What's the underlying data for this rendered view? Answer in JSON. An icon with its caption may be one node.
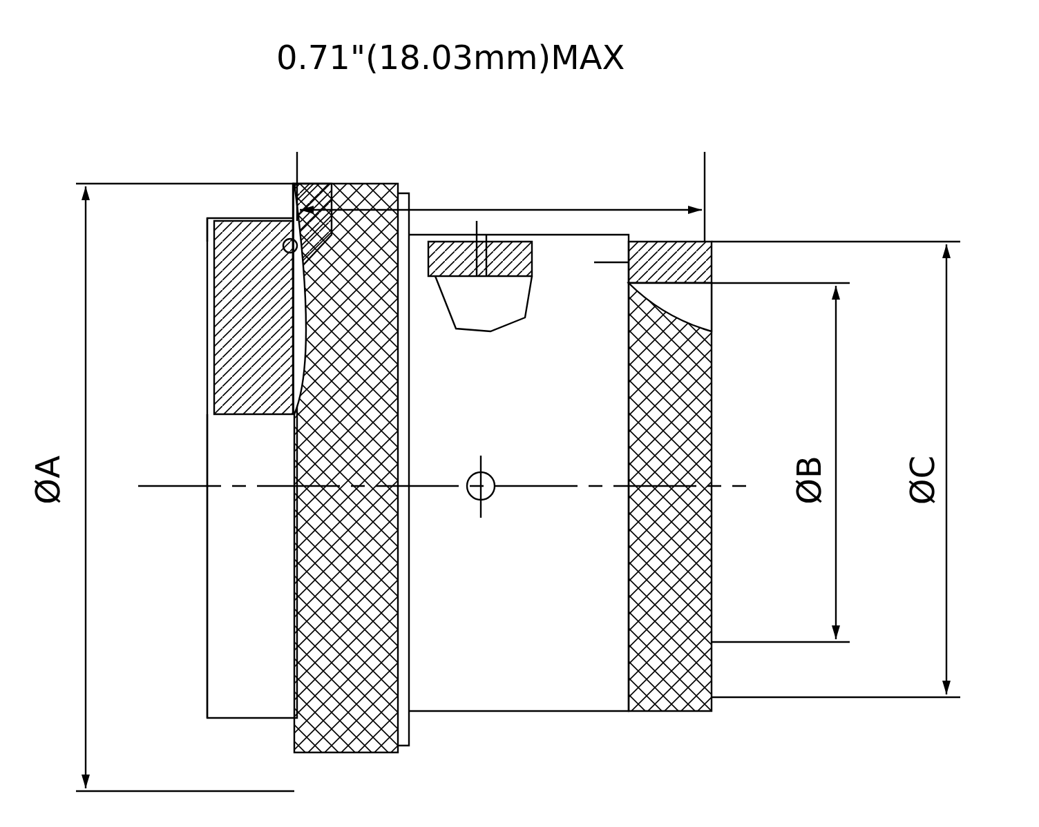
{
  "diagram": {
    "labels": [
      "0.71\"(18.03mm)MAX",
      "ØA",
      "ØB",
      "ØC"
    ]
  }
}
